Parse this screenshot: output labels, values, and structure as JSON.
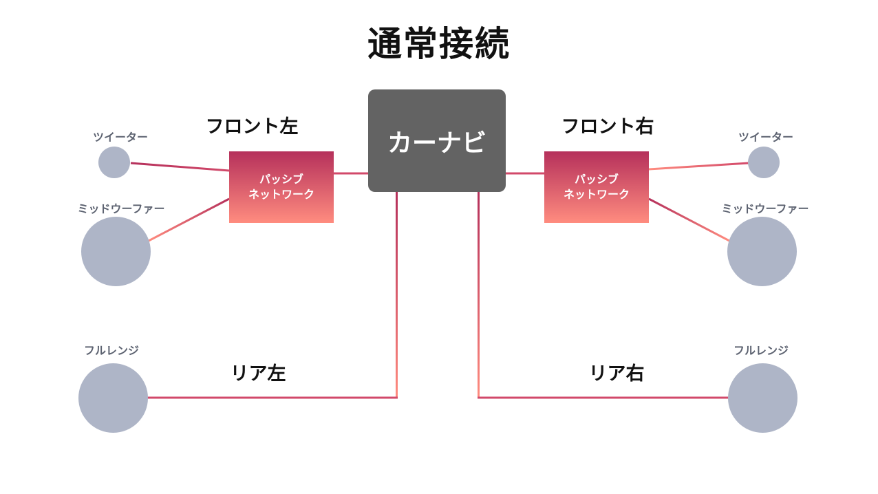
{
  "title": "通常接続",
  "head_unit": {
    "label": "カーナビ"
  },
  "front_left": {
    "label": "フロント左",
    "network_line1": "パッシブ",
    "network_line2": "ネットワーク",
    "tweeter_label": "ツイーター",
    "midwoofer_label": "ミッドウーファー"
  },
  "front_right": {
    "label": "フロント右",
    "network_line1": "パッシブ",
    "network_line2": "ネットワーク",
    "tweeter_label": "ツイーター",
    "midwoofer_label": "ミッドウーファー"
  },
  "rear_left": {
    "label": "リア左",
    "speaker_label": "フルレンジ"
  },
  "rear_right": {
    "label": "リア右",
    "speaker_label": "フルレンジ"
  },
  "colors": {
    "wire_dark": "#b5305b",
    "wire_light": "#ff8c7f",
    "speaker": "#aeb5c7",
    "head_unit": "#636363"
  }
}
